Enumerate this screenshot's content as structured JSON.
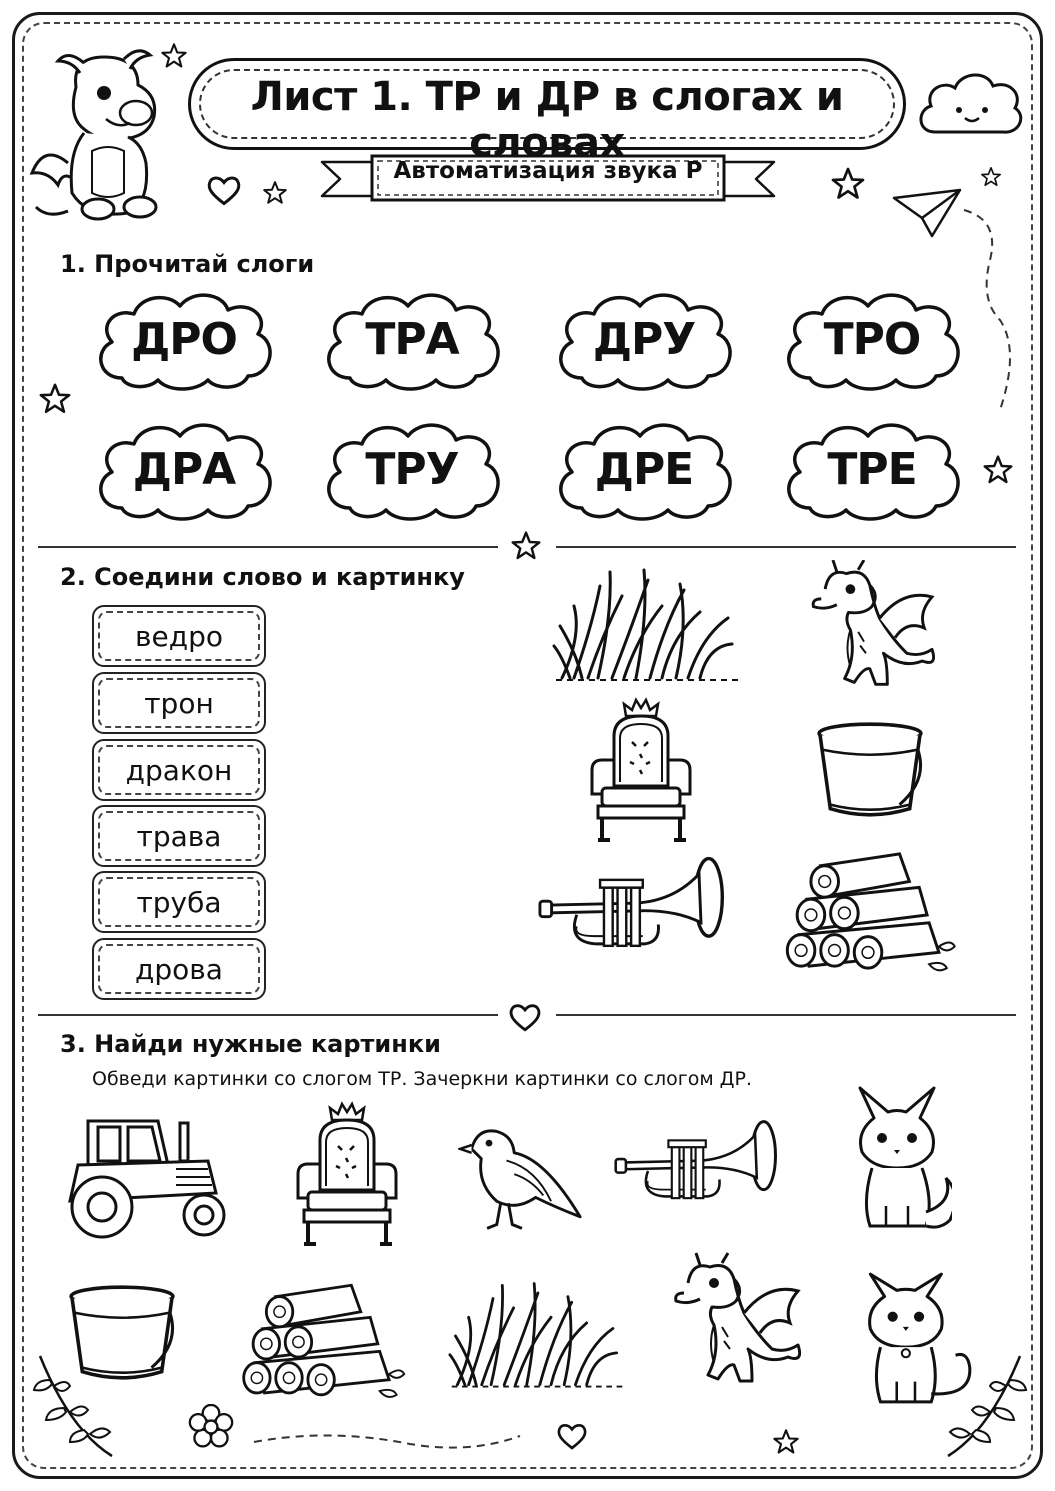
{
  "header": {
    "title": "Лист 1. ТР и ДР в слогах и словах",
    "subtitle": "Автоматизация звука Р"
  },
  "task1": {
    "title": "1. Прочитай слоги",
    "syllables": [
      "ДРО",
      "ТРА",
      "ДРУ",
      "ТРО",
      "ДРА",
      "ТРУ",
      "ДРЕ",
      "ТРЕ"
    ]
  },
  "task2": {
    "title": "2. Соедини слово и картинку",
    "words": [
      "ведро",
      "трон",
      "дракон",
      "трава",
      "труба",
      "дрова"
    ],
    "pictures": [
      "grass-icon",
      "dragon-icon",
      "throne-icon",
      "bucket-icon",
      "trumpet-icon",
      "logs-icon"
    ]
  },
  "task3": {
    "title": "3. Найди нужные картинки",
    "hint": "Обведи картинки со слогом ТР. Зачеркни картинки со слогом ДР.",
    "pictures": [
      "tractor-icon",
      "throne-icon",
      "bird-icon",
      "trumpet-icon",
      "fox-icon",
      "bucket-icon",
      "logs-icon",
      "grass-icon",
      "dragon-icon",
      "cat-icon"
    ]
  }
}
